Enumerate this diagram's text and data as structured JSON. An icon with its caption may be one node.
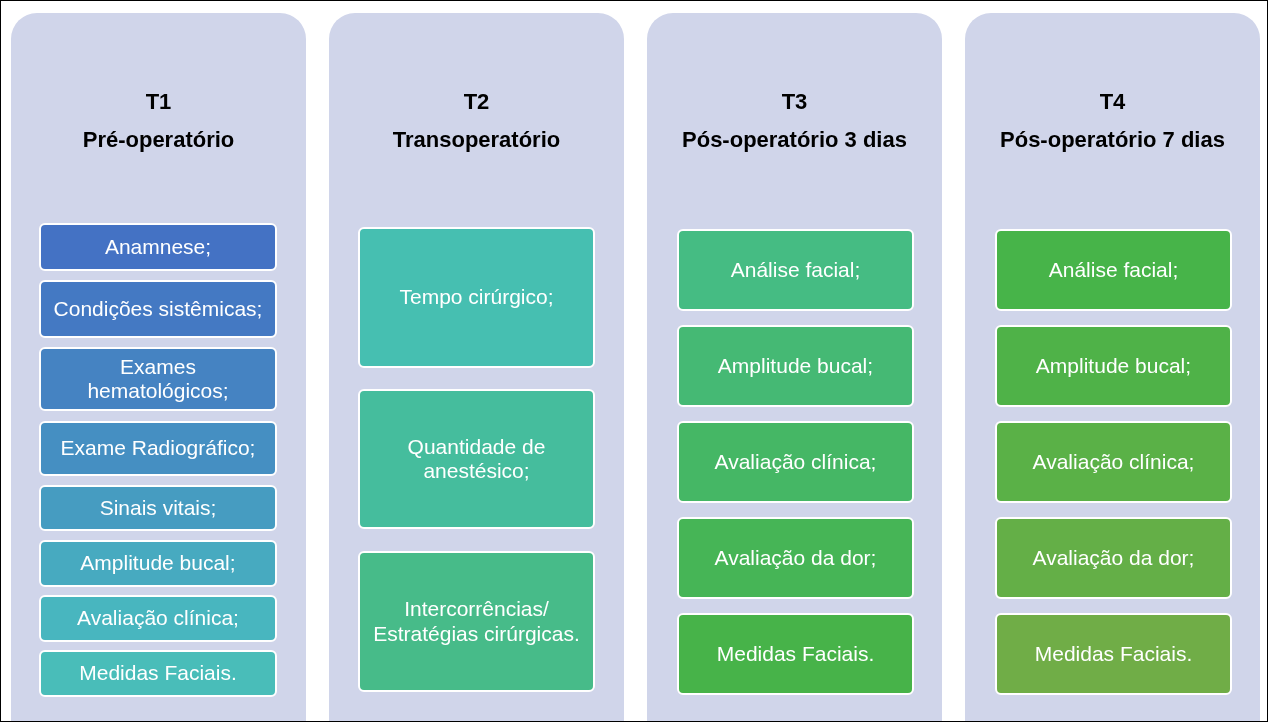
{
  "diagram": {
    "nodes": [
      {
        "text": [
          "T1",
          "Pré-operatório"
        ]
      },
      {
        "text": [
          "Anamnese;"
        ],
        "in": 0
      },
      {
        "text": [
          "Condições sistêmicas;"
        ],
        "in": 0
      },
      {
        "text": [
          "Exames hematológicos;"
        ],
        "in": 0
      },
      {
        "text": [
          "Exame Radiográfico;"
        ],
        "in": 0
      },
      {
        "text": [
          "Sinais vitais;"
        ],
        "in": 0
      },
      {
        "text": [
          "Amplitude bucal;"
        ],
        "in": 0
      },
      {
        "text": [
          "Avaliação clínica;"
        ],
        "in": 0
      },
      {
        "text": [
          "Medidas Faciais."
        ],
        "in": 0
      },
      {
        "text": [
          "T2",
          "Transoperatório"
        ]
      },
      {
        "text": [
          "Tempo cirúrgico;"
        ],
        "in": 9
      },
      {
        "text": [
          "Quantidade de anestésico;"
        ],
        "in": 9
      },
      {
        "text": [
          "Intercorrências/ Estratégias cirúrgicas."
        ],
        "in": 9
      },
      {
        "text": [
          "T3",
          "Pós-operatório 3 dias"
        ]
      },
      {
        "text": [
          "Análise facial;"
        ],
        "in": 13
      },
      {
        "text": [
          "Amplitude bucal;"
        ],
        "in": 13
      },
      {
        "text": [
          "Avaliação clínica;"
        ],
        "in": 13
      },
      {
        "text": [
          "Avaliação da dor;"
        ],
        "in": 13
      },
      {
        "text": [
          "Medidas Faciais."
        ],
        "in": 13
      },
      {
        "text": [
          "T4",
          "Pós-operatório 7 dias"
        ]
      },
      {
        "text": [
          "Análise facial;"
        ],
        "in": 19
      },
      {
        "text": [
          "Amplitude bucal;"
        ],
        "in": 19
      },
      {
        "text": [
          "Avaliação clínica;"
        ],
        "in": 19
      },
      {
        "text": [
          "Avaliação da dor;"
        ],
        "in": 19
      },
      {
        "text": [
          "Medidas Faciais."
        ],
        "in": 19
      }
    ]
  }
}
